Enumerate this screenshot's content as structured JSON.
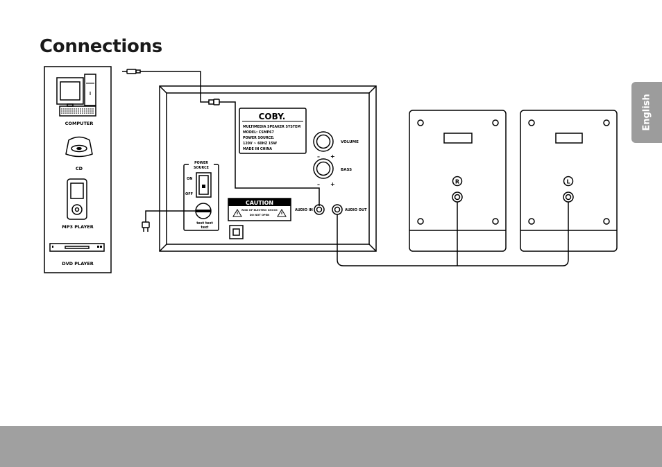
{
  "page": {
    "title": "Connections",
    "language_tab": "English"
  },
  "sources": {
    "computer": "COMPUTER",
    "cd": "CD",
    "mp3": "MP3 PLAYER",
    "dvd": "DVD PLAYER"
  },
  "subwoofer": {
    "brand": "COBY.",
    "label_lines": [
      "MULTIMEDIA SPEAKER SYSTEM",
      "MODEL: CSMP67",
      "POWER SOURCE:",
      "120V ~ 60HZ 15W",
      "MADE IN CHINA"
    ],
    "volume_label": "VOLUME",
    "bass_label": "BASS",
    "minus": "–",
    "plus": "+",
    "power_source_line1": "POWER",
    "power_source_line2": "SOURCE",
    "on_label": "ON",
    "off_label": "OFF",
    "fuse_line1": "text text",
    "fuse_line2": "text",
    "caution_title": "CAUTION",
    "caution_line1": "RISK OF ELECTRIC SHOCK",
    "caution_line2": "DO NOT OPEN",
    "audio_in_label": "AUDIO IN",
    "audio_out_label": "AUDIO OUT"
  },
  "satellites": {
    "right_marker": "R",
    "left_marker": "L"
  },
  "colors": {
    "ink": "#000000",
    "tab_gray": "#9c9c9c",
    "footer_gray": "#a0a0a0"
  }
}
